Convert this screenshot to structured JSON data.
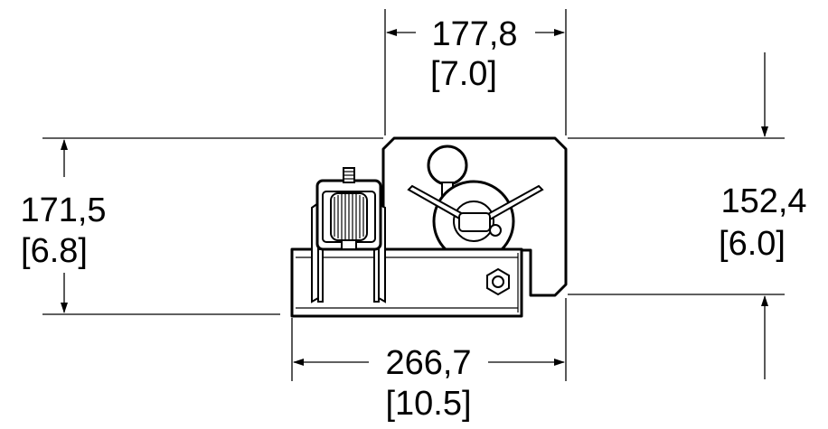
{
  "dimensions": {
    "top_width": {
      "mm": "177,8",
      "in": "[7.0]"
    },
    "left_height": {
      "mm": "171,5",
      "in": "[6.8]"
    },
    "right_height": {
      "mm": "152,4",
      "in": "[6.0]"
    },
    "bottom_width": {
      "mm": "266,7",
      "in": "[10.5]"
    }
  }
}
